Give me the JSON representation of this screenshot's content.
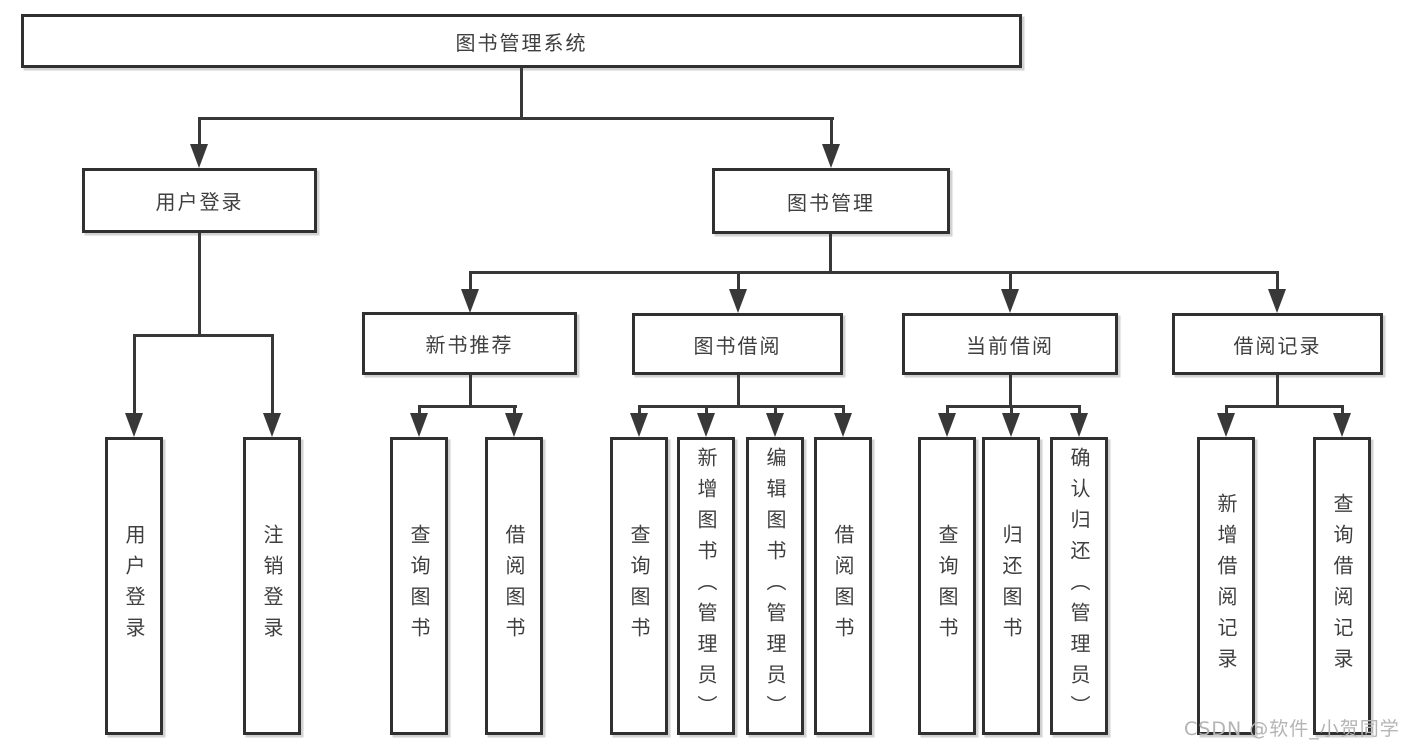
{
  "tree": {
    "label": "图书管理系统",
    "children": [
      {
        "label": "用户登录",
        "children": [
          {
            "label": "用户登录"
          },
          {
            "label": "注销登录"
          }
        ]
      },
      {
        "label": "图书管理",
        "children": [
          {
            "label": "新书推荐",
            "children": [
              {
                "label": "查询图书"
              },
              {
                "label": "借阅图书"
              }
            ]
          },
          {
            "label": "图书借阅",
            "children": [
              {
                "label": "查询图书"
              },
              {
                "label": "新增图书（管理员）"
              },
              {
                "label": "编辑图书（管理员）"
              },
              {
                "label": "借阅图书"
              }
            ]
          },
          {
            "label": "当前借阅",
            "children": [
              {
                "label": "查询图书"
              },
              {
                "label": "归还图书"
              },
              {
                "label": "确认归还（管理员）"
              }
            ]
          },
          {
            "label": "借阅记录",
            "children": [
              {
                "label": "新增借阅记录"
              },
              {
                "label": "查询借阅记录"
              }
            ]
          }
        ]
      }
    ]
  },
  "watermark": {
    "text": "CSDN @软件_小贺同学",
    "color": "#b4b4b4"
  },
  "colors": {
    "background": "#ffffff",
    "line": "#383838",
    "box_border": "#303030",
    "text": "#3f3f3f"
  }
}
